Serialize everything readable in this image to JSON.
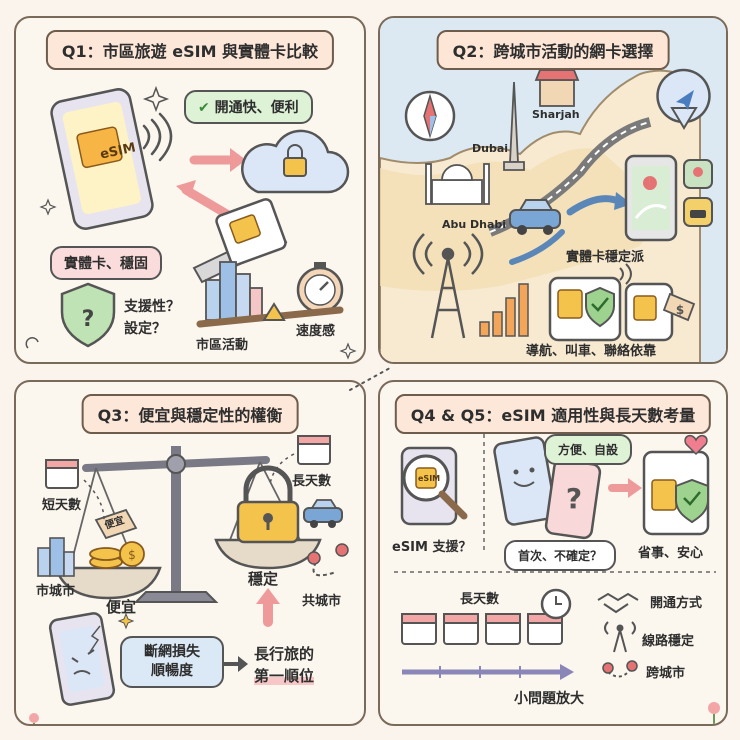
{
  "q1": {
    "title": "Q1：市區旅遊 eSIM 與實體卡比較",
    "esim_chip": "eSIM",
    "fast_bubble": "開通快、便利",
    "physical_bubble": "實體卡、穩固",
    "support_text": "支援性？",
    "setup_text": "設定？",
    "city_label": "市區活動",
    "speed_label": "速度感"
  },
  "q2": {
    "title": "Q2：跨城市活動的網卡選擇",
    "city_sharjah": "Sharjah",
    "city_dubai": "Dubai",
    "city_abudhabi": "Abu Dhabi",
    "stable_label": "實體卡穩定派",
    "reliance_label": "導航、叫車、聯絡依靠"
  },
  "q3": {
    "title": "Q3：便宜與穩定性的權衡",
    "short_days": "短天數",
    "city_left": "市城市",
    "cheap": "便宜",
    "tag": "便宜",
    "long_days": "長天數",
    "stable": "穩定",
    "multi_city": "共城市",
    "disconnect_bubble_1": "斷網損失",
    "disconnect_bubble_2": "順暢度",
    "long_trip_1": "長行旅的",
    "long_trip_2": "第一順位"
  },
  "q4": {
    "title": "Q4 & Q5：eSIM 適用性與長天數考量",
    "esim_chip": "eSIM",
    "esim_support": "eSIM 支援？",
    "convenient_bubble": "方便、自設",
    "uncertain_bubble": "首次、不確定？",
    "worry_free": "省事、安心",
    "long_days": "長天數",
    "activation": "開通方式",
    "line_stable": "線路穩定",
    "cross_city": "跨城市",
    "magnify": "小問題放大"
  }
}
